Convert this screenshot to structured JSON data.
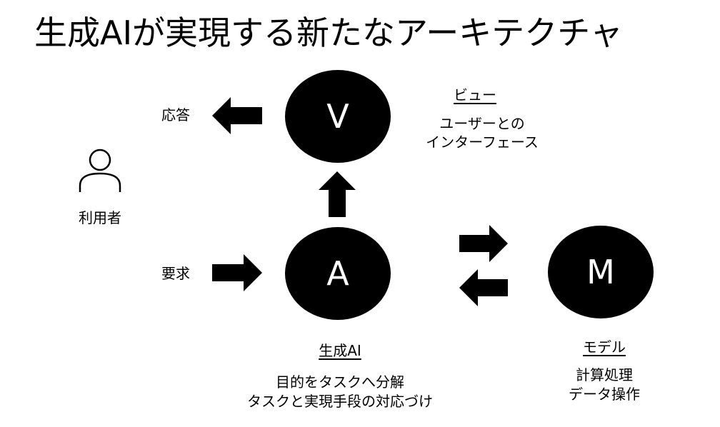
{
  "title": "生成AIが実現する新たなアーキテクチャ",
  "user": {
    "icon": "person-icon",
    "label": "利用者"
  },
  "response_label": "応答",
  "request_label": "要求",
  "view": {
    "letter": "V",
    "heading": "ビュー",
    "desc": [
      "ユーザーとの",
      "インターフェース"
    ]
  },
  "generator": {
    "letter": "A",
    "heading": "生成AI",
    "desc": [
      "目的をタスクへ分解",
      "タスクと実現手段の対応づけ"
    ]
  },
  "model": {
    "letter": "M",
    "heading": "モデル",
    "desc": [
      "計算処理",
      "データ操作"
    ]
  },
  "colors": {
    "fill": "#000000",
    "background": "#ffffff",
    "circle_text": "#ffffff"
  }
}
